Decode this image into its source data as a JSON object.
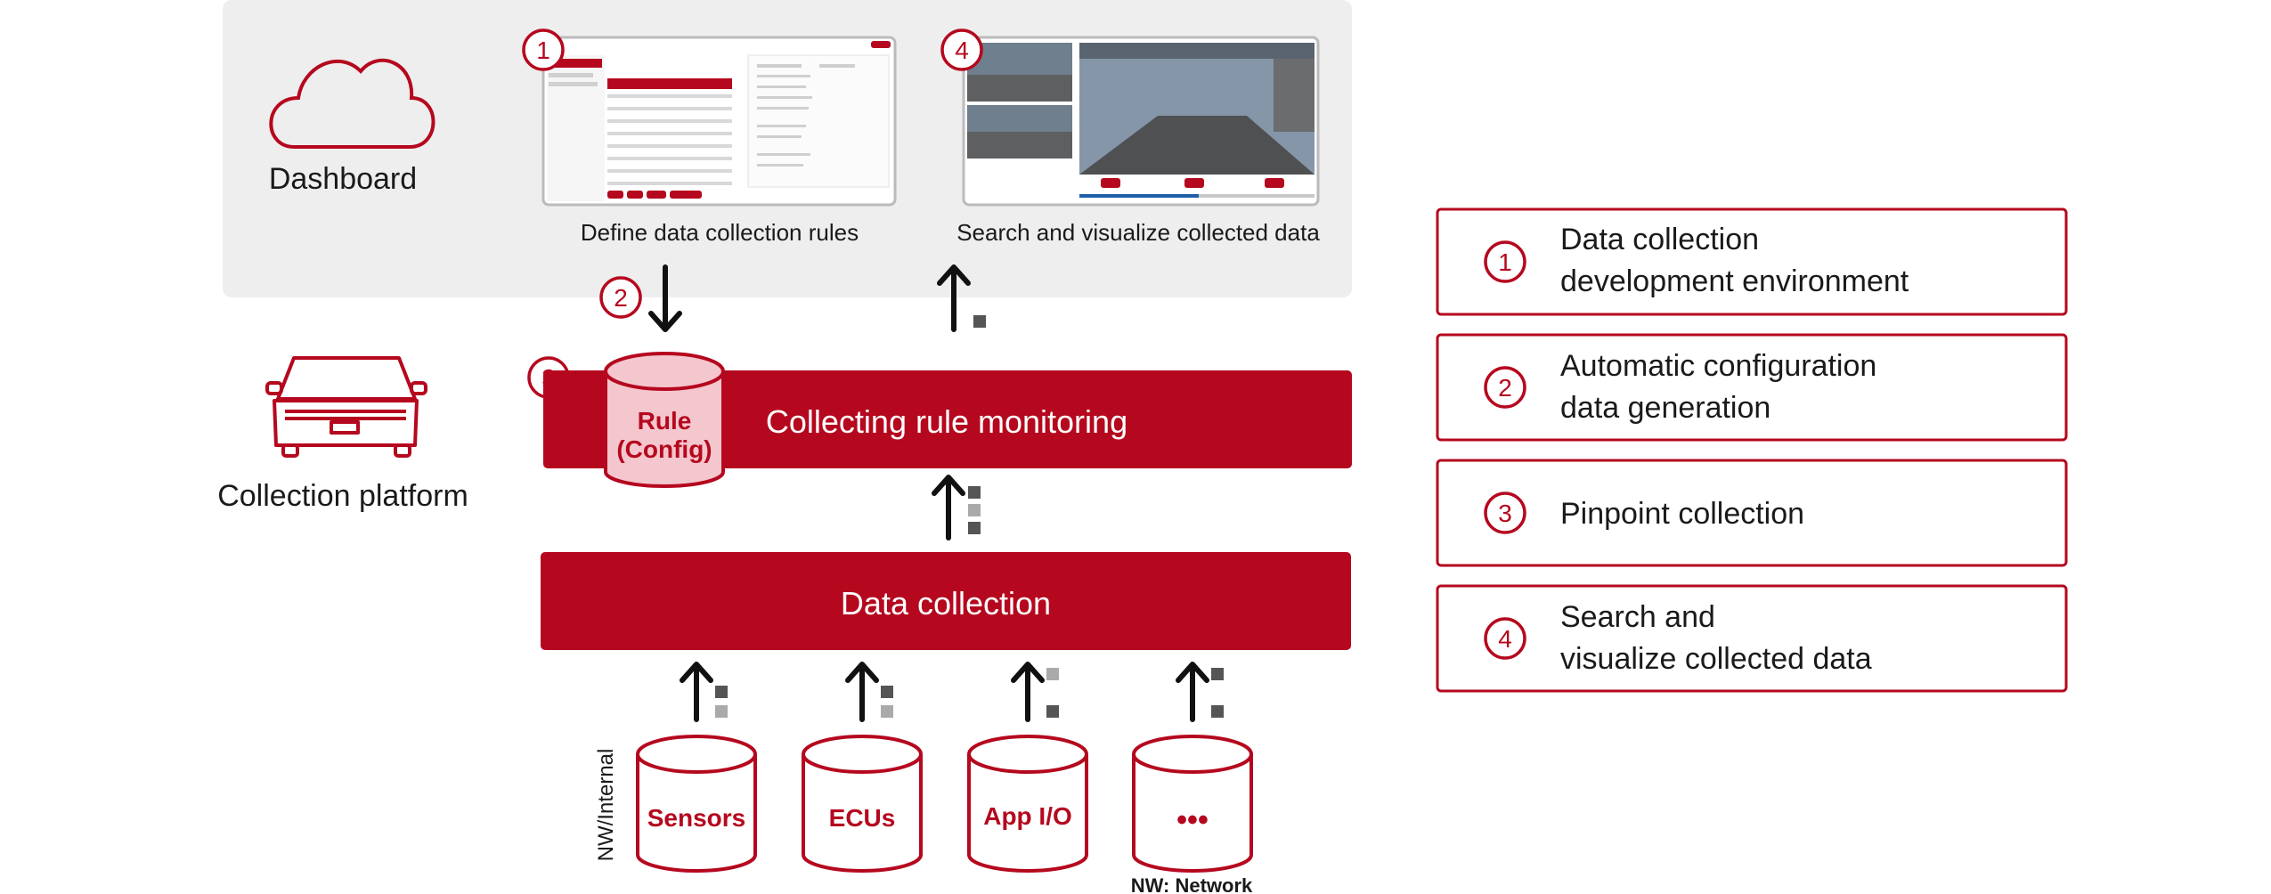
{
  "dashboard": {
    "label": "Dashboard",
    "step1_caption": "Define data collection rules",
    "step4_caption": "Search and visualize collected data"
  },
  "platform": {
    "label": "Collection platform",
    "rule_line1": "Rule",
    "rule_line2": "(Config)",
    "monitor_label": "Collecting rule monitoring",
    "collection_label": "Data collection",
    "side_label": "NW/Internal",
    "sources": [
      "Sensors",
      "ECUs",
      "App I/O",
      "•••"
    ],
    "footnote": "NW: Network"
  },
  "steps": {
    "n1": "1",
    "n2": "2",
    "n3": "3",
    "n4": "4"
  },
  "legend": [
    {
      "num": "1",
      "line1": "Data collection",
      "line2": "development environment"
    },
    {
      "num": "2",
      "line1": "Automatic configuration",
      "line2": "data generation"
    },
    {
      "num": "3",
      "line1": "Pinpoint collection",
      "line2": ""
    },
    {
      "num": "4",
      "line1": "Search and",
      "line2": "visualize collected data"
    }
  ],
  "colors": {
    "brand_red": "#b5081e",
    "light_red": "#f4c6cd",
    "panel_gray": "#eeeeee",
    "dark_square": "#555555",
    "light_square": "#aaaaaa"
  }
}
